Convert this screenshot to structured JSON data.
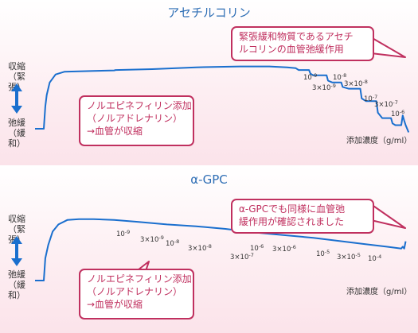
{
  "colors": {
    "title": "#2f6fb5",
    "line": "#1a6fce",
    "callout": "#c0305f",
    "arrow": "#1a6fce"
  },
  "panels": [
    {
      "title": "アセチルコリン",
      "y_top_label": [
        "収縮",
        "（緊張）"
      ],
      "y_bottom_label": [
        "弛緩",
        "（緩和）"
      ],
      "x_label": "添加濃度（g/ml）",
      "callout_left": "ノルエピネフィリン添加\n（ノルアドレナリン）\n→血管が収縮",
      "callout_right": "緊張緩和物質であるアセチ\nルコリンの血管弛緩作用"
    },
    {
      "title": "α-GPC",
      "y_top_label": [
        "収縮",
        "（緊張）"
      ],
      "y_bottom_label": [
        "弛緩",
        "（緩和）"
      ],
      "x_label": "添加濃度（g/ml）",
      "callout_left": "ノルエピネフィリン添加\n（ノルアドレナリン）\n→血管が収縮",
      "callout_right": "α-GPCでも同様に血管弛\n緩作用が確認されました"
    }
  ],
  "chart_data": [
    {
      "type": "line",
      "title": "アセチルコリン",
      "xlabel": "添加濃度（g/ml）",
      "ylabel_top": "収縮（緊張）",
      "ylabel_bottom": "弛緩（緩和）",
      "step_labels": [
        "10-9",
        "3×10-9",
        "10-8",
        "3×10-8",
        "10-7",
        "3×10-7",
        "10-6"
      ],
      "series": [
        {
          "points": [
            [
              0,
              0
            ],
            [
              6,
              0
            ],
            [
              7,
              25
            ],
            [
              8,
              38
            ],
            [
              10,
              52
            ],
            [
              14,
              61
            ],
            [
              20,
              64
            ],
            [
              40,
              65
            ],
            [
              54,
              65.5
            ],
            [
              55,
              66
            ],
            [
              80,
              67
            ],
            [
              110,
              69
            ],
            [
              140,
              70
            ],
            [
              160,
              70
            ],
            [
              172,
              69
            ],
            [
              178,
              68
            ],
            [
              180,
              66
            ],
            [
              187,
              66
            ],
            [
              188,
              62
            ],
            [
              190,
              60
            ],
            [
              199,
              60
            ],
            [
              200,
              54
            ],
            [
              203,
              52
            ],
            [
              209,
              52
            ],
            [
              210,
              47
            ],
            [
              214,
              45
            ],
            [
              222,
              45
            ],
            [
              223,
              34
            ],
            [
              226,
              31
            ],
            [
              233,
              31
            ],
            [
              234,
              18
            ],
            [
              237,
              12
            ],
            [
              243,
              12
            ],
            [
              244,
              6
            ],
            [
              246,
              4
            ],
            [
              250,
              4
            ],
            [
              251,
              15
            ],
            [
              252,
              9
            ],
            [
              253,
              4
            ],
            [
              255,
              -4
            ]
          ]
        }
      ]
    },
    {
      "type": "line",
      "title": "α-GPC",
      "xlabel": "添加濃度（g/ml）",
      "ylabel_top": "収縮（緊張）",
      "ylabel_bottom": "弛緩（緩和）",
      "step_labels": [
        "10-9",
        "3×10-9",
        "10-8",
        "3×10-8",
        "3×10-7",
        "10-6",
        "3×10-6",
        "10-5",
        "3×10-5",
        "10-4"
      ],
      "series": [
        {
          "points": [
            [
              0,
              0
            ],
            [
              6,
              0
            ],
            [
              7,
              25
            ],
            [
              9,
              40
            ],
            [
              12,
              55
            ],
            [
              16,
              63
            ],
            [
              22,
              68
            ],
            [
              30,
              69
            ],
            [
              40,
              69
            ],
            [
              54,
              68
            ],
            [
              70,
              66
            ],
            [
              90,
              63
            ],
            [
              110,
              61
            ],
            [
              130,
              58
            ],
            [
              150,
              54
            ],
            [
              170,
              51
            ],
            [
              190,
              48
            ],
            [
              210,
              44
            ],
            [
              225,
              41
            ],
            [
              240,
              38
            ],
            [
              250,
              36
            ],
            [
              251,
              38
            ],
            [
              252,
              36
            ],
            [
              253,
              44
            ]
          ]
        }
      ]
    }
  ]
}
